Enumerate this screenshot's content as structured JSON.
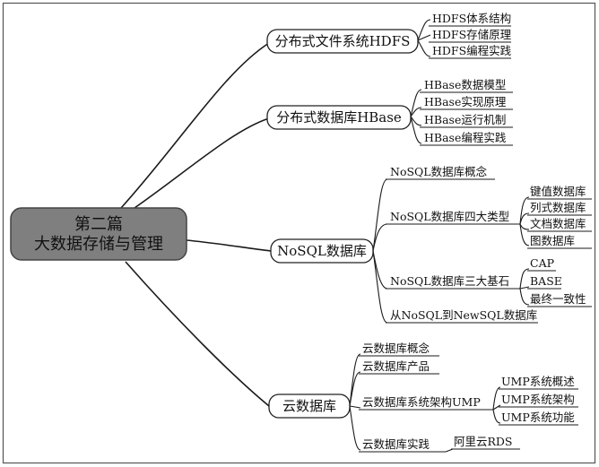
{
  "mindmap": {
    "root": {
      "line1": "第二篇",
      "line2": "大数据存储与管理"
    },
    "branches": [
      {
        "label": "分布式文件系统HDFS",
        "children": [
          {
            "label": "HDFS体系结构"
          },
          {
            "label": "HDFS存储原理"
          },
          {
            "label": "HDFS编程实践"
          }
        ]
      },
      {
        "label": "分布式数据库HBase",
        "children": [
          {
            "label": "HBase数据模型"
          },
          {
            "label": "HBase实现原理"
          },
          {
            "label": "HBase运行机制"
          },
          {
            "label": "HBase编程实践"
          }
        ]
      },
      {
        "label": "NoSQL数据库",
        "children": [
          {
            "label": "NoSQL数据库概念"
          },
          {
            "label": "NoSQL数据库四大类型",
            "children": [
              {
                "label": "键值数据库"
              },
              {
                "label": "列式数据库"
              },
              {
                "label": "文档数据库"
              },
              {
                "label": "图数据库"
              }
            ]
          },
          {
            "label": "NoSQL数据库三大基石",
            "children": [
              {
                "label": "CAP"
              },
              {
                "label": "BASE"
              },
              {
                "label": "最终一致性"
              }
            ]
          },
          {
            "label": "从NoSQL到NewSQL数据库"
          }
        ]
      },
      {
        "label": "云数据库",
        "children": [
          {
            "label": "云数据库概念"
          },
          {
            "label": "云数据库产品"
          },
          {
            "label": "云数据库系统架构UMP",
            "children": [
              {
                "label": "UMP系统概述"
              },
              {
                "label": "UMP系统架构"
              },
              {
                "label": "UMP系统功能"
              }
            ]
          },
          {
            "label": "云数据库实践",
            "children": [
              {
                "label": "阿里云RDS"
              }
            ]
          }
        ]
      }
    ]
  },
  "colors": {
    "root_fill": "#7f7f7f",
    "line": "#1a1a1a",
    "border": "#555555",
    "background": "#ffffff"
  }
}
